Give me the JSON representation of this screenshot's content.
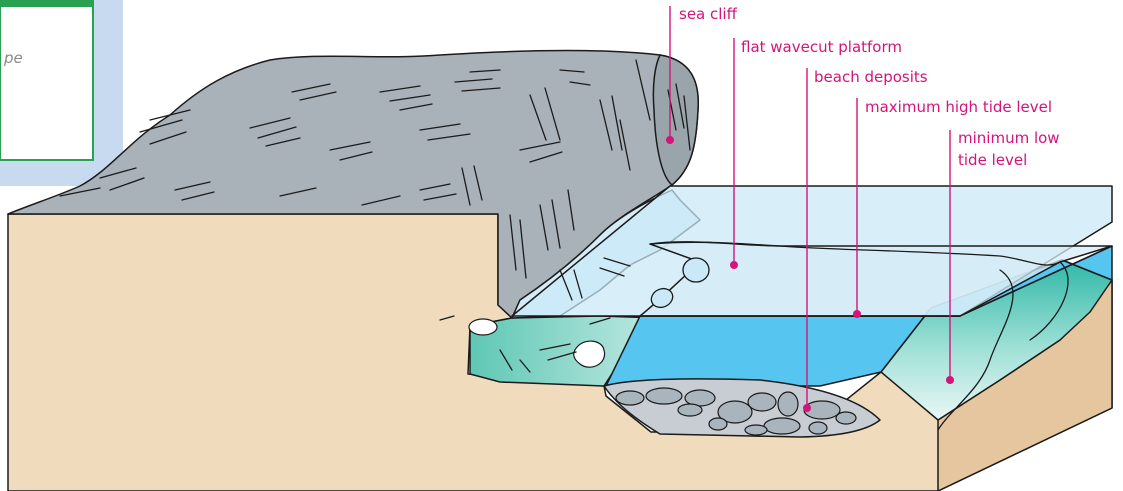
{
  "labels": {
    "sea_cliff": "sea cliff",
    "wavecut_platform": "flat wavecut platform",
    "beach_deposits": "beach deposits",
    "max_high_tide": "maximum high tide level",
    "min_low_tide_line1": "minimum low",
    "min_low_tide_line2": "tide level"
  },
  "side_panel_partial_text": "pe",
  "colors": {
    "label": "#d4147a",
    "soil": "#f0dbbd",
    "rock": "#a9b2b8",
    "high_tide_plane": "#c9e9f8",
    "low_tide_water": "#56c5f0",
    "shallow_sea": "#7fd2c4",
    "frame_green": "#2aa150",
    "frame_blue": "#c7daf0"
  }
}
